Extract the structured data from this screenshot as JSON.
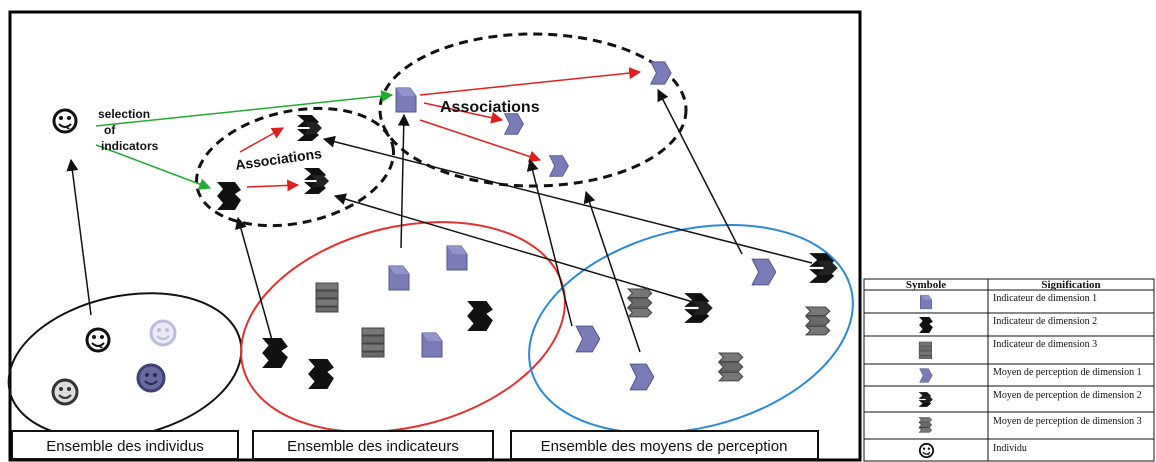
{
  "labels": {
    "selection": [
      "selection",
      "of",
      "indicators"
    ],
    "associations_left": "Associations",
    "associations_right": "Associations"
  },
  "sets": {
    "individus": "Ensemble des individus",
    "indicateurs": "Ensemble des indicateurs",
    "moyens": "Ensemble des moyens de perception"
  },
  "legend": {
    "header_symbol": "Symbole",
    "header_meaning": "Signification",
    "rows": [
      {
        "symbol": "indicator-dim1-icon",
        "label": "Indicateur de dimension 1"
      },
      {
        "symbol": "indicator-dim2-icon",
        "label": "Indicateur de dimension 2"
      },
      {
        "symbol": "indicator-dim3-icon",
        "label": "Indicateur de dimension 3"
      },
      {
        "symbol": "perception-dim1-icon",
        "label": "Moyen de perception de dimension 1"
      },
      {
        "symbol": "perception-dim2-icon",
        "label": "Moyen de perception de dimension 2"
      },
      {
        "symbol": "perception-dim3-icon",
        "label": "Moyen de perception de dimension 3"
      },
      {
        "symbol": "individual-icon",
        "label": "Individu"
      }
    ]
  },
  "colors": {
    "dim1": "#7b7bb8",
    "dim2": "#111111",
    "dim3": "#6e6e6e",
    "individus_ellipse": "#111111",
    "indicateurs_ellipse": "#e53030",
    "moyens_ellipse": "#2a8ad4",
    "association_arrow": "#e02020",
    "selection_arrow": "#22aa33",
    "link_arrow": "#111111"
  }
}
